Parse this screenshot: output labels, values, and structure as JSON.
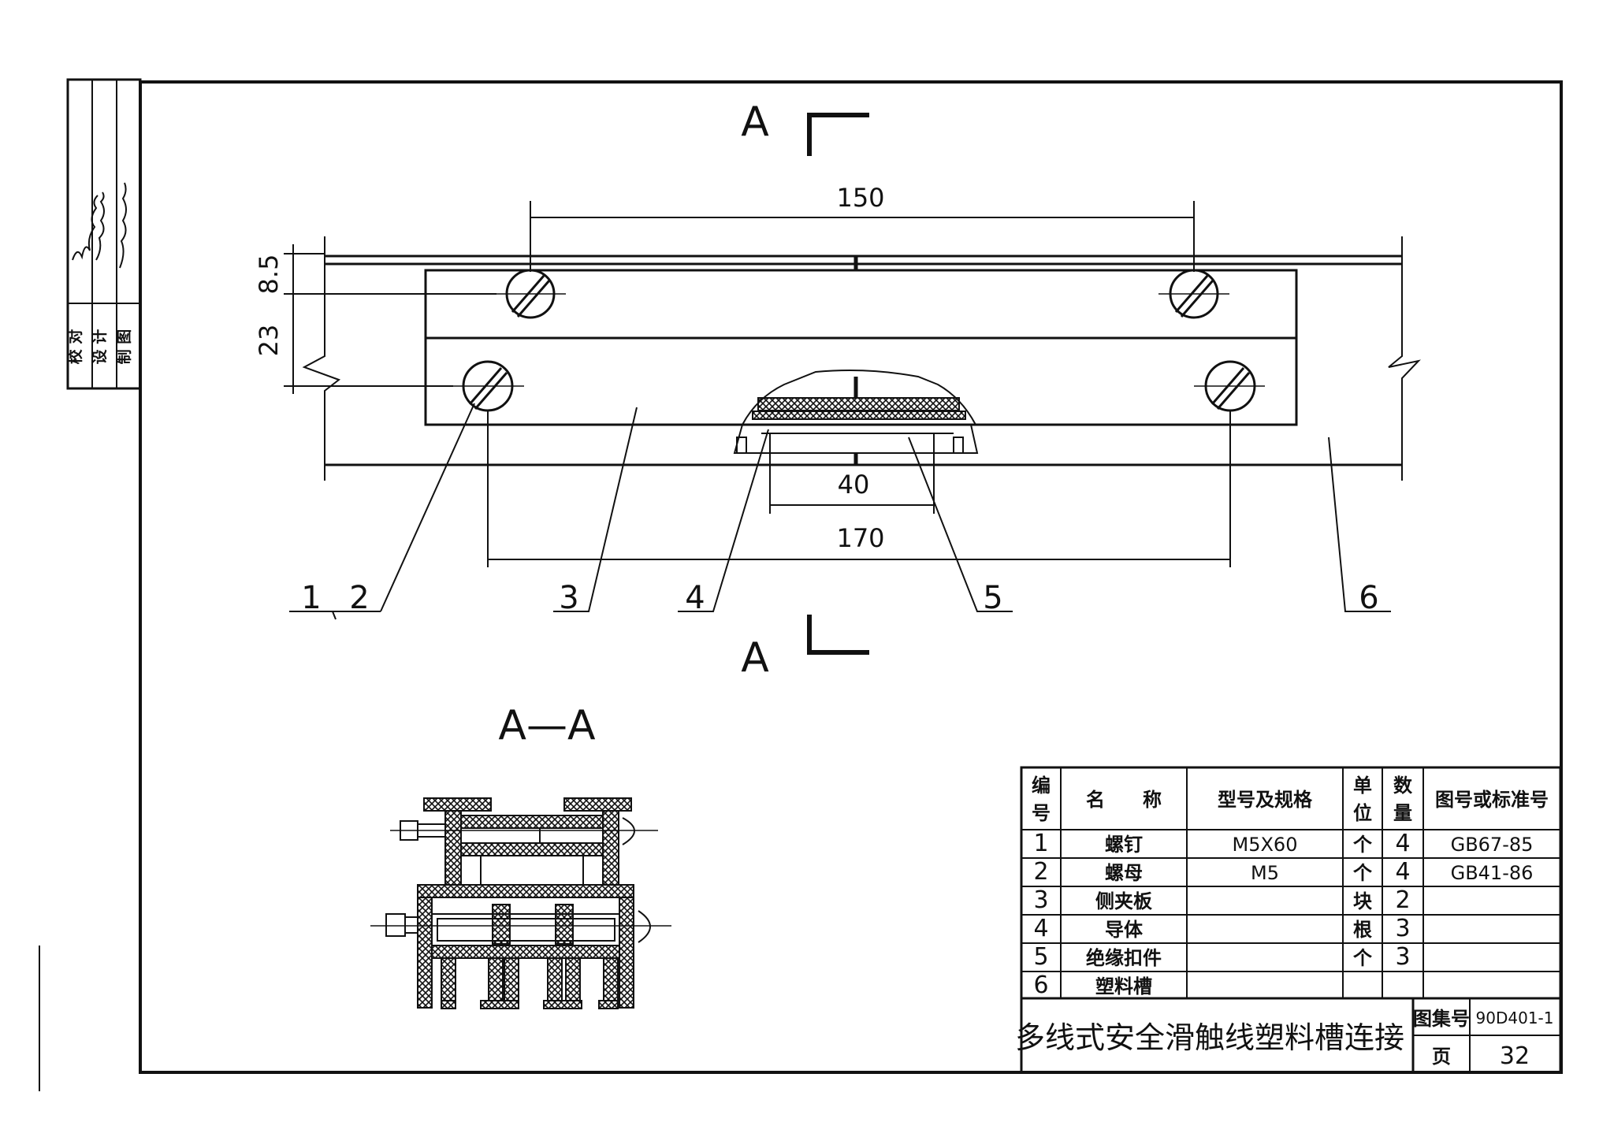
{
  "dimensions": {
    "d150": "150",
    "d170": "170",
    "d40": "40",
    "d8_5": "8.5",
    "d23": "23"
  },
  "section_marks": {
    "top": "A",
    "bottom": "A",
    "view_title": "A—A"
  },
  "callouts": [
    "1",
    "2",
    "3",
    "4",
    "5",
    "6"
  ],
  "approval_block": {
    "labels": [
      "校 对",
      "设 计",
      "制 图"
    ]
  },
  "parts_table": {
    "headers": {
      "no": "编号",
      "name": "名　　称",
      "spec": "型号及规格",
      "unit": "单位",
      "qty": "数量",
      "std": "图号或标准号"
    },
    "rows": [
      {
        "no": "1",
        "name": "螺钉",
        "spec": "M5X60",
        "unit": "个",
        "qty": "4",
        "std": "GB67-85"
      },
      {
        "no": "2",
        "name": "螺母",
        "spec": "M5",
        "unit": "个",
        "qty": "4",
        "std": "GB41-86"
      },
      {
        "no": "3",
        "name": "侧夹板",
        "spec": "",
        "unit": "块",
        "qty": "2",
        "std": ""
      },
      {
        "no": "4",
        "name": "导体",
        "spec": "",
        "unit": "根",
        "qty": "3",
        "std": ""
      },
      {
        "no": "5",
        "name": "绝缘扣件",
        "spec": "",
        "unit": "个",
        "qty": "3",
        "std": ""
      },
      {
        "no": "6",
        "name": "塑料槽",
        "spec": "",
        "unit": "",
        "qty": "",
        "std": ""
      }
    ]
  },
  "title_block": {
    "title": "多线式安全滑触线塑料槽连接",
    "atlas_label": "图集号",
    "atlas_no": "90D401-1",
    "page_label": "页",
    "page_no": "32"
  },
  "colors": {
    "ink": "#111111",
    "paper": "#ffffff"
  }
}
